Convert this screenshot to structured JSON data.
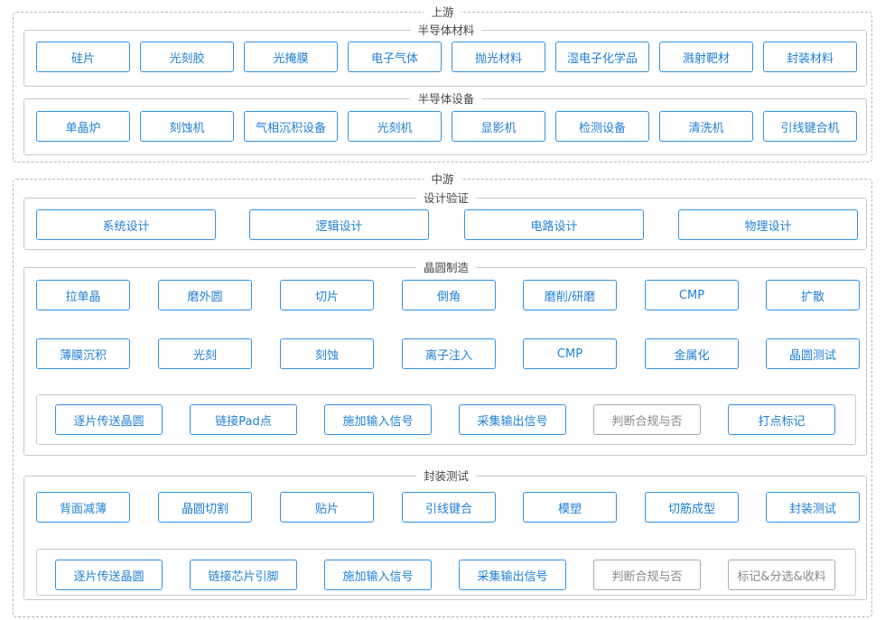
{
  "upstream": {
    "title": "上游",
    "materials": {
      "title": "半导体材料",
      "items": [
        "硅片",
        "光刻胶",
        "光掩膜",
        "电子气体",
        "抛光材料",
        "湿电子化学品",
        "溅射靶材",
        "封装材料"
      ]
    },
    "equipment": {
      "title": "半导体设备",
      "items": [
        "单晶炉",
        "刻蚀机",
        "气相沉积设备",
        "光刻机",
        "显影机",
        "检测设备",
        "清洗机",
        "引线键合机"
      ]
    }
  },
  "midstream": {
    "title": "中游",
    "design": {
      "title": "设计验证",
      "items": [
        "系统设计",
        "逻辑设计",
        "电路设计",
        "物理设计"
      ]
    },
    "wafer": {
      "title": "晶圆制造",
      "row1": [
        "拉单晶",
        "磨外圆",
        "切片",
        "倒角",
        "磨削/研磨",
        "CMP",
        "扩散"
      ],
      "row2": [
        "薄膜沉积",
        "光刻",
        "刻蚀",
        "离子注入",
        "CMP",
        "金属化",
        "晶圆测试"
      ],
      "test": [
        "逐片传送晶圆",
        "链接Pad点",
        "施加输入信号",
        "采集输出信号",
        "判断合规与否",
        "打点标记"
      ]
    },
    "packaging": {
      "title": "封装测试",
      "row1": [
        "背面减薄",
        "晶圆切割",
        "贴片",
        "引线键合",
        "模塑",
        "切筋成型",
        "封装测试"
      ],
      "test": [
        "逐片传送晶圆",
        "链接芯片引脚",
        "施加输入信号",
        "采集输出信号",
        "判断合规与否",
        "标记&分选&收料"
      ]
    }
  }
}
